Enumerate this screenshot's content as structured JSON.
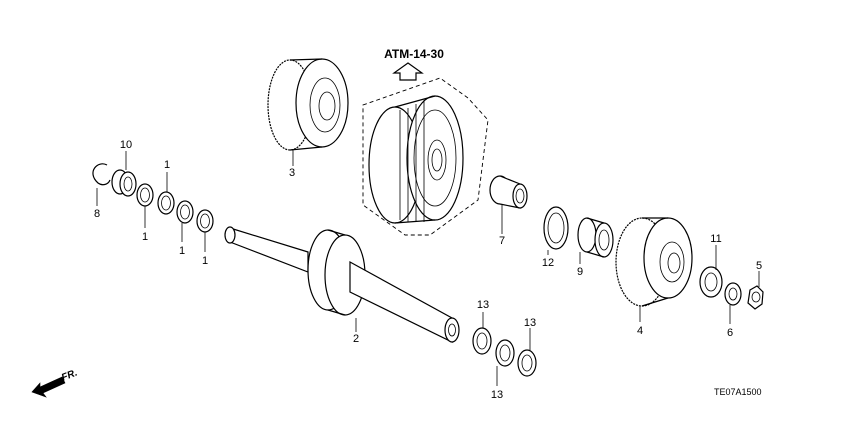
{
  "reference": "ATM-14-30",
  "diagram_code": "TE07A1500",
  "direction_label": "FR.",
  "callouts": [
    {
      "id": "c1a",
      "text": "1"
    },
    {
      "id": "c1b",
      "text": "1"
    },
    {
      "id": "c1c",
      "text": "1"
    },
    {
      "id": "c1d",
      "text": "1"
    },
    {
      "id": "c2",
      "text": "2"
    },
    {
      "id": "c3",
      "text": "3"
    },
    {
      "id": "c4",
      "text": "4"
    },
    {
      "id": "c5",
      "text": "5"
    },
    {
      "id": "c6",
      "text": "6"
    },
    {
      "id": "c7",
      "text": "7"
    },
    {
      "id": "c8",
      "text": "8"
    },
    {
      "id": "c9",
      "text": "9"
    },
    {
      "id": "c10",
      "text": "10"
    },
    {
      "id": "c11",
      "text": "11"
    },
    {
      "id": "c12",
      "text": "12"
    },
    {
      "id": "c13a",
      "text": "13"
    },
    {
      "id": "c13b",
      "text": "13"
    },
    {
      "id": "c13c",
      "text": "13"
    }
  ]
}
